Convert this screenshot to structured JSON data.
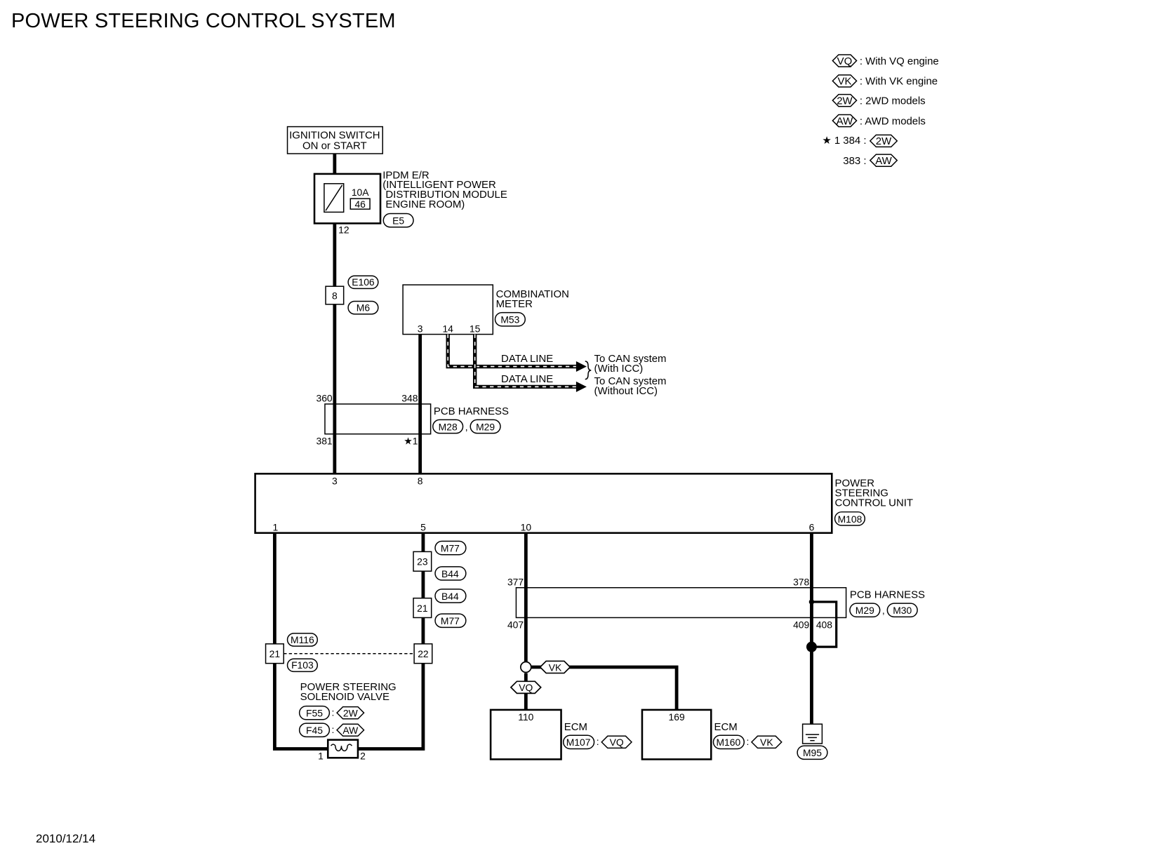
{
  "title": "POWER STEERING CONTROL SYSTEM",
  "date": "2010/12/14",
  "legend": [
    {
      "code": "VQ",
      "text": ": With VQ engine"
    },
    {
      "code": "VK",
      "text": ": With VK engine"
    },
    {
      "code": "2W",
      "text": ": 2WD models"
    },
    {
      "code": "AW",
      "text": ": AWD models"
    }
  ],
  "footnote": {
    "mark": "★ 1",
    "rows": [
      {
        "num": "384 :",
        "code": "2W"
      },
      {
        "num": "383 :",
        "code": "AW"
      }
    ]
  },
  "ignition": {
    "line1": "IGNITION SWITCH",
    "line2": "ON or START"
  },
  "ipdm": {
    "lines": [
      "IPDM E/R",
      "(INTELLIGENT POWER",
      " DISTRIBUTION MODULE",
      " ENGINE ROOM)"
    ],
    "fuse_rating": "10A",
    "fuse_number": "46",
    "connector": "E5",
    "pin": "12"
  },
  "joint_e106": {
    "pin": "8",
    "connector_top": "E106",
    "connector_bottom": "M6"
  },
  "combination_meter": {
    "line1": "COMBINATION",
    "line2": "METER",
    "connector": "M53",
    "pins": [
      "3",
      "14",
      "15"
    ]
  },
  "data_lines": [
    {
      "label": "DATA LINE",
      "dest1": "To CAN system",
      "dest2": "(With ICC)"
    },
    {
      "label": "DATA LINE",
      "dest1": "To CAN system",
      "dest2": "(Without ICC)"
    }
  ],
  "pcb_harness_1": {
    "label": "PCB HARNESS",
    "connectors": [
      "M28",
      "M29"
    ],
    "separator": ",",
    "pins_top": [
      "360",
      "348"
    ],
    "pins_bottom": [
      "381",
      "★1"
    ]
  },
  "control_unit": {
    "lines": [
      "POWER",
      "STEERING",
      "CONTROL UNIT"
    ],
    "connector": "M108",
    "pins_top": [
      "3",
      "8"
    ],
    "pins_bottom": [
      "1",
      "5",
      "10",
      "6"
    ]
  },
  "joints_m77": [
    {
      "pin": "23",
      "connector_top": "M77",
      "connector_bottom": "B44"
    },
    {
      "pin": "21",
      "connector_top": "B44",
      "connector_bottom": "M77"
    }
  ],
  "joint_m116": {
    "pin_left": "21",
    "pin_right": "22",
    "connector_top": "M116",
    "connector_bottom": "F103"
  },
  "solenoid": {
    "line1": "POWER STEERING",
    "line2": "SOLENOID VALVE",
    "variants": [
      {
        "connector": "F55",
        "code": "2W"
      },
      {
        "connector": "F45",
        "code": "AW"
      }
    ],
    "pins": [
      "1",
      "2"
    ]
  },
  "pcb_harness_2": {
    "label": "PCB HARNESS",
    "connectors": [
      "M29",
      "M30"
    ],
    "separator": ",",
    "pins_top": [
      "377",
      "378"
    ],
    "pins_bottom": [
      "407",
      "409",
      "408"
    ]
  },
  "branch_tags": {
    "vk": "VK",
    "vq": "VQ"
  },
  "ecm_vq": {
    "label": "ECM",
    "pin": "110",
    "connector": "M107",
    "code": "VQ"
  },
  "ecm_vk": {
    "label": "ECM",
    "pin": "169",
    "connector": "M160",
    "code": "VK"
  },
  "ground": {
    "connector": "M95"
  }
}
